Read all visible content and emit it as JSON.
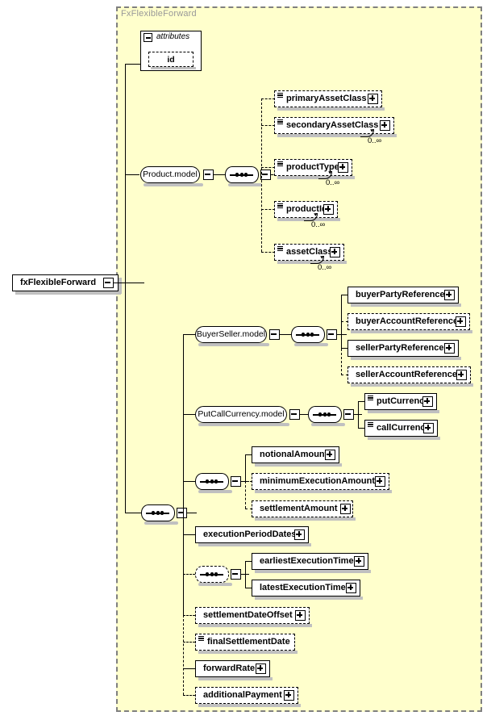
{
  "diagram": {
    "type": "xsd-schema-diagram",
    "root_element": "fxFlexibleForward",
    "container_label": "FxFlexibleForward",
    "attributes_label": "attributes",
    "attributes": [
      {
        "name": "id",
        "optional": true
      }
    ],
    "groups": {
      "product_model": "Product.model",
      "buyer_seller_model": "BuyerSeller.model",
      "put_call_currency_model": "PutCallCurrency.model"
    },
    "occurrence_unbounded": "0..∞",
    "product_children": [
      {
        "name": "primaryAssetClass",
        "optional": true,
        "occurs": "",
        "expander": "plus",
        "typed": true
      },
      {
        "name": "secondaryAssetClass",
        "optional": true,
        "occurs": "0..∞",
        "expander": "plus",
        "typed": true
      },
      {
        "name": "productType",
        "optional": true,
        "occurs": "0..∞",
        "expander": "plus",
        "typed": true
      },
      {
        "name": "productId",
        "optional": true,
        "occurs": "0..∞",
        "expander": "plus",
        "typed": true
      },
      {
        "name": "assetClass",
        "optional": true,
        "occurs": "0..∞",
        "expander": "plus",
        "typed": true
      }
    ],
    "buyer_seller_children": [
      {
        "name": "buyerPartyReference",
        "optional": false,
        "expander": "plus",
        "typed": false
      },
      {
        "name": "buyerAccountReference",
        "optional": true,
        "expander": "plus",
        "typed": false
      },
      {
        "name": "sellerPartyReference",
        "optional": false,
        "expander": "plus",
        "typed": false
      },
      {
        "name": "sellerAccountReference",
        "optional": true,
        "expander": "plus",
        "typed": false
      }
    ],
    "currency_children": [
      {
        "name": "putCurrency",
        "optional": false,
        "expander": "plus",
        "typed": true
      },
      {
        "name": "callCurrency",
        "optional": false,
        "expander": "plus",
        "typed": true
      }
    ],
    "amount_children": [
      {
        "name": "notionalAmount",
        "optional": false,
        "expander": "plus",
        "typed": false
      },
      {
        "name": "minimumExecutionAmount",
        "optional": true,
        "expander": "plus",
        "typed": false
      },
      {
        "name": "settlementAmount",
        "optional": true,
        "expander": "plus",
        "typed": false
      }
    ],
    "execution_time_children": [
      {
        "name": "earliestExecutionTime",
        "optional": false,
        "expander": "plus",
        "typed": false
      },
      {
        "name": "latestExecutionTime",
        "optional": false,
        "expander": "plus",
        "typed": false
      }
    ],
    "tail_children": [
      {
        "name": "executionPeriodDates",
        "optional": false,
        "expander": "plus",
        "typed": false
      },
      {
        "name": "settlementDateOffset",
        "optional": true,
        "expander": "plus",
        "typed": false
      },
      {
        "name": "finalSettlementDate",
        "optional": true,
        "expander": "none",
        "typed": true
      },
      {
        "name": "forwardRate",
        "optional": false,
        "expander": "plus",
        "typed": false
      },
      {
        "name": "additionalPayment",
        "optional": true,
        "expander": "plus",
        "typed": false
      }
    ],
    "colors": {
      "container_fill": "#ffffcc",
      "container_border": "#808080",
      "container_label": "#999999",
      "node_fill": "#ffffff",
      "node_border": "#000000",
      "shadow": "#c0c0c0",
      "page_background": "#ffffff"
    }
  }
}
